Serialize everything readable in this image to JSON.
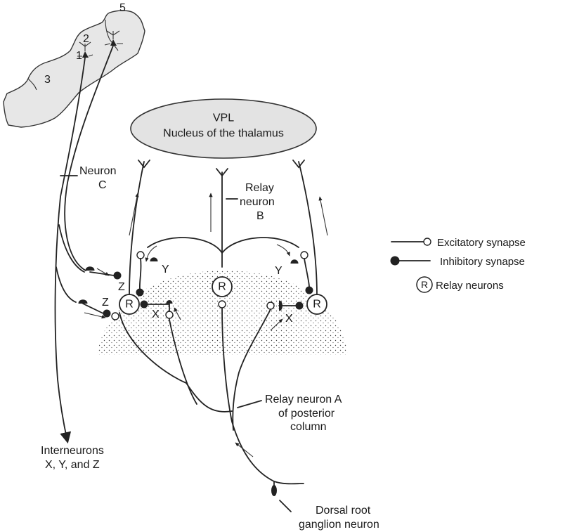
{
  "cortex": {
    "area_1": "1",
    "area_2": "2",
    "area_3": "3",
    "area_5": "5"
  },
  "thalamus": {
    "line1": "VPL",
    "line2": "Nucleus of the thalamus"
  },
  "neuron_c": {
    "line1": "Neuron",
    "line2": "C"
  },
  "relay_b": {
    "line1": "Relay",
    "line2": "neuron",
    "line3": "B"
  },
  "relay_a": {
    "line1": "Relay neuron A",
    "line2": "of posterior",
    "line3": "column"
  },
  "interneurons": {
    "line1": "Interneurons",
    "line2": "X, Y, and Z"
  },
  "dorsal_root": {
    "line1": "Dorsal root",
    "line2": "ganglion neuron"
  },
  "relay_symbol": "R",
  "interneuron_labels": {
    "x": "X",
    "y": "Y",
    "z": "Z"
  },
  "legend": {
    "excitatory": "Excitatory synapse",
    "inhibitory": "Inhibitory synapse",
    "relay": "Relay neurons",
    "relay_symbol": "R"
  }
}
